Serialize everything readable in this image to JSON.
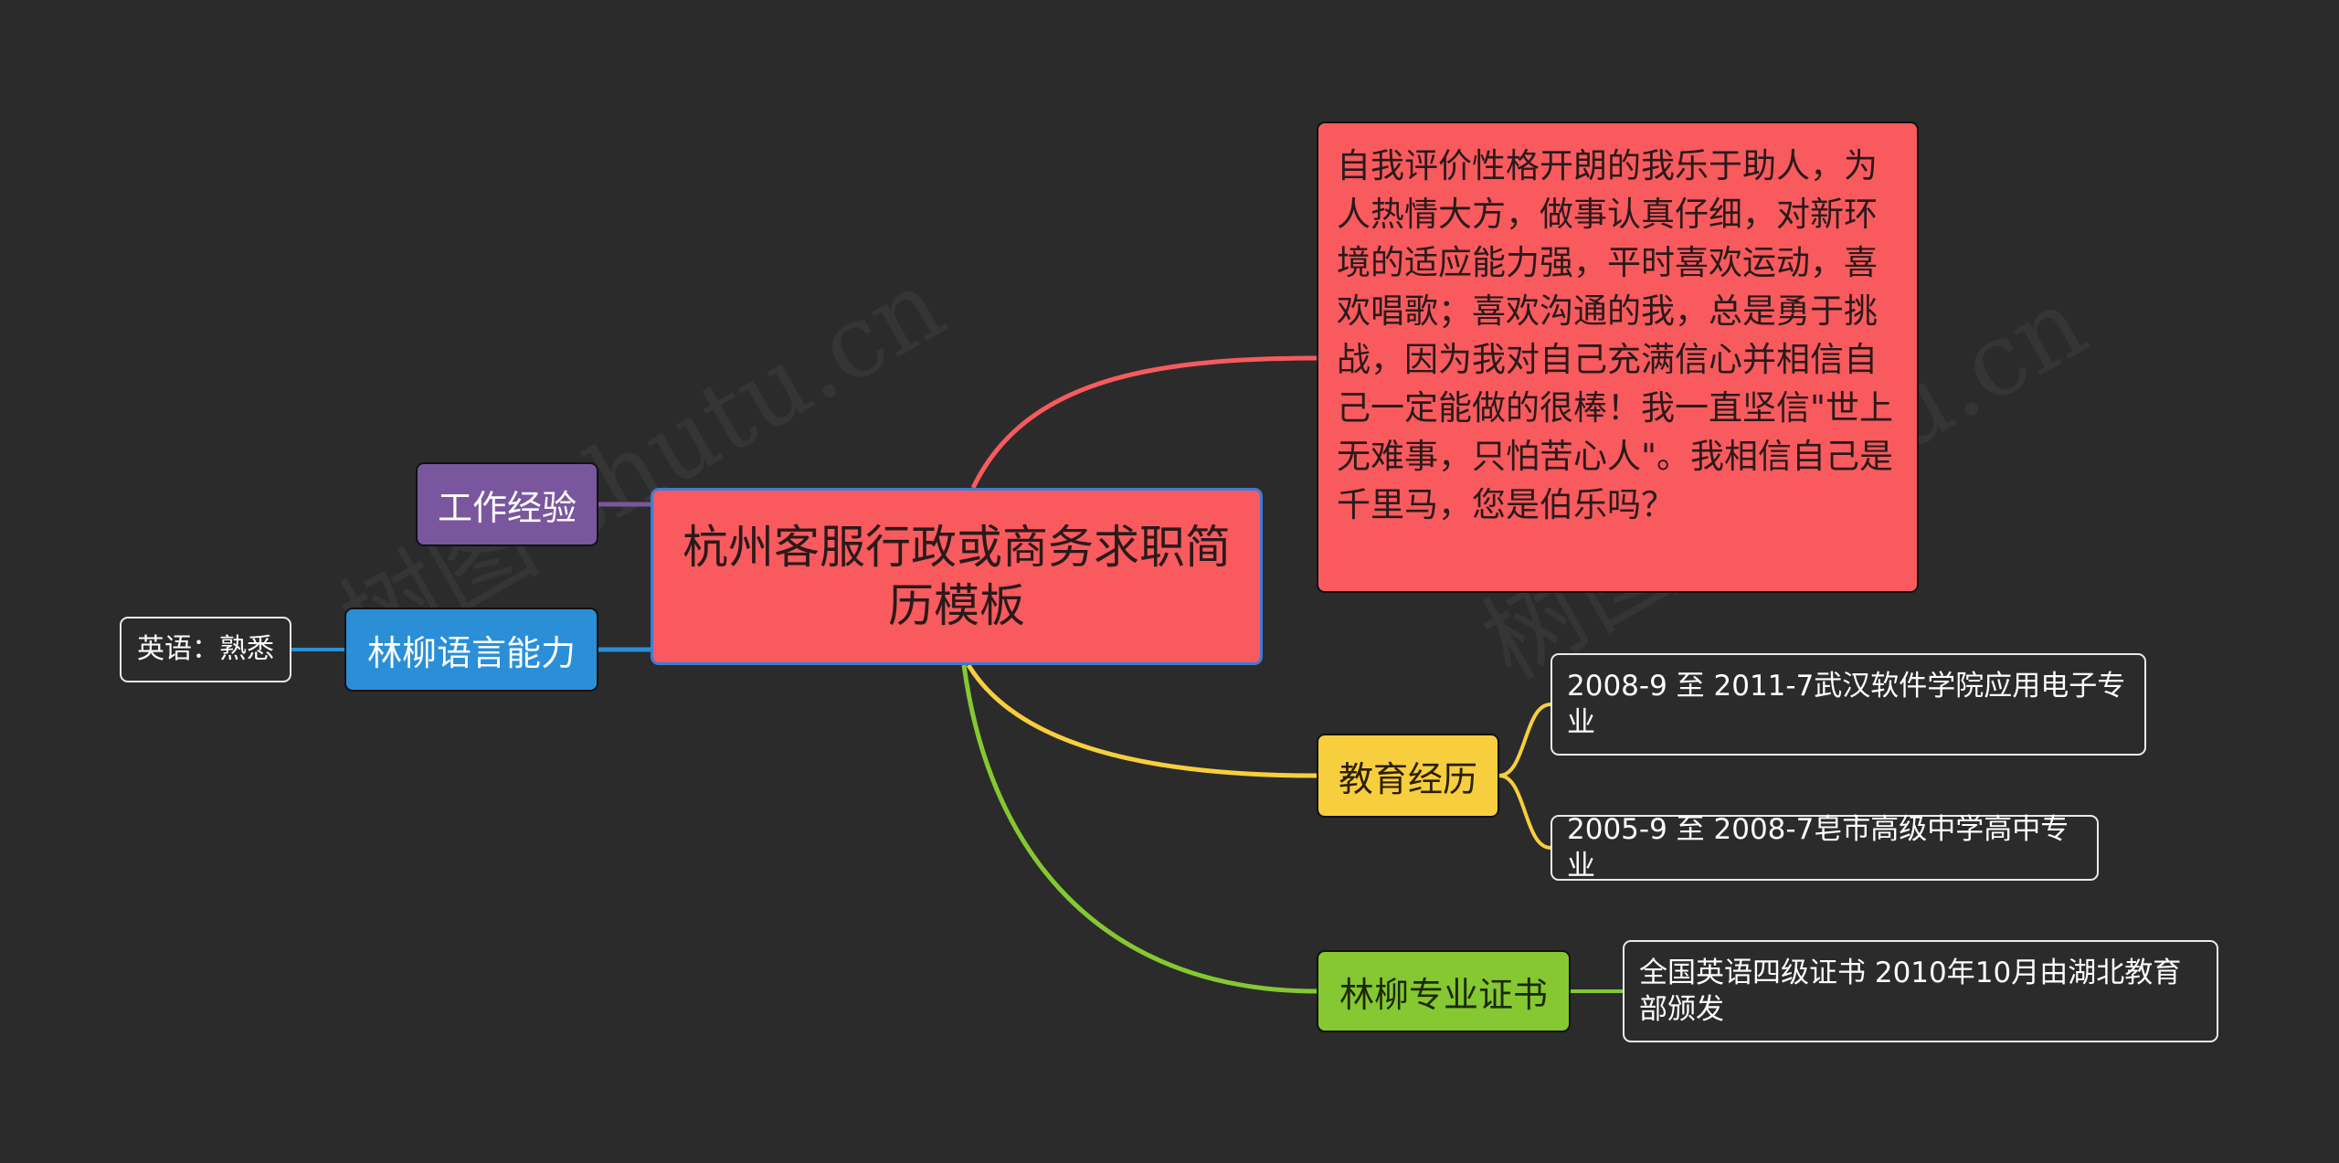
{
  "root": {
    "title": "杭州客服行政或商务求职简历模板"
  },
  "branches": {
    "work": {
      "label": "工作经验"
    },
    "language": {
      "label": "林柳语言能力",
      "items": [
        "英语：熟悉"
      ]
    },
    "self_eval": {
      "text": "自我评价性格开朗的我乐于助人，为人热情大方，做事认真仔细，对新环境的适应能力强，平时喜欢运动，喜欢唱歌；喜欢沟通的我，总是勇于挑战，因为我对自己充满信心并相信自己一定能做的很棒！我一直坚信\"世上无难事，只怕苦心人\"。我相信自己是千里马，您是伯乐吗？"
    },
    "education": {
      "label": "教育经历",
      "items": [
        "2008-9 至 2011-7武汉软件学院应用电子专业",
        "2005-9 至 2008-7皂市高级中学高中专业"
      ]
    },
    "certificates": {
      "label": "林柳专业证书",
      "items": [
        "全国英语四级证书   2010年10月由湖北教育部颁发"
      ]
    }
  },
  "watermarks": [
    "树图 shutu.cn",
    "树图 shutu.cn"
  ],
  "colors": {
    "background": "#2b2b2b",
    "root": "#f85a5e",
    "work": "#7a569e",
    "language": "#2a8fd6",
    "education": "#f7cf3e",
    "certificates": "#85c832",
    "self_eval": "#f85a5e"
  }
}
